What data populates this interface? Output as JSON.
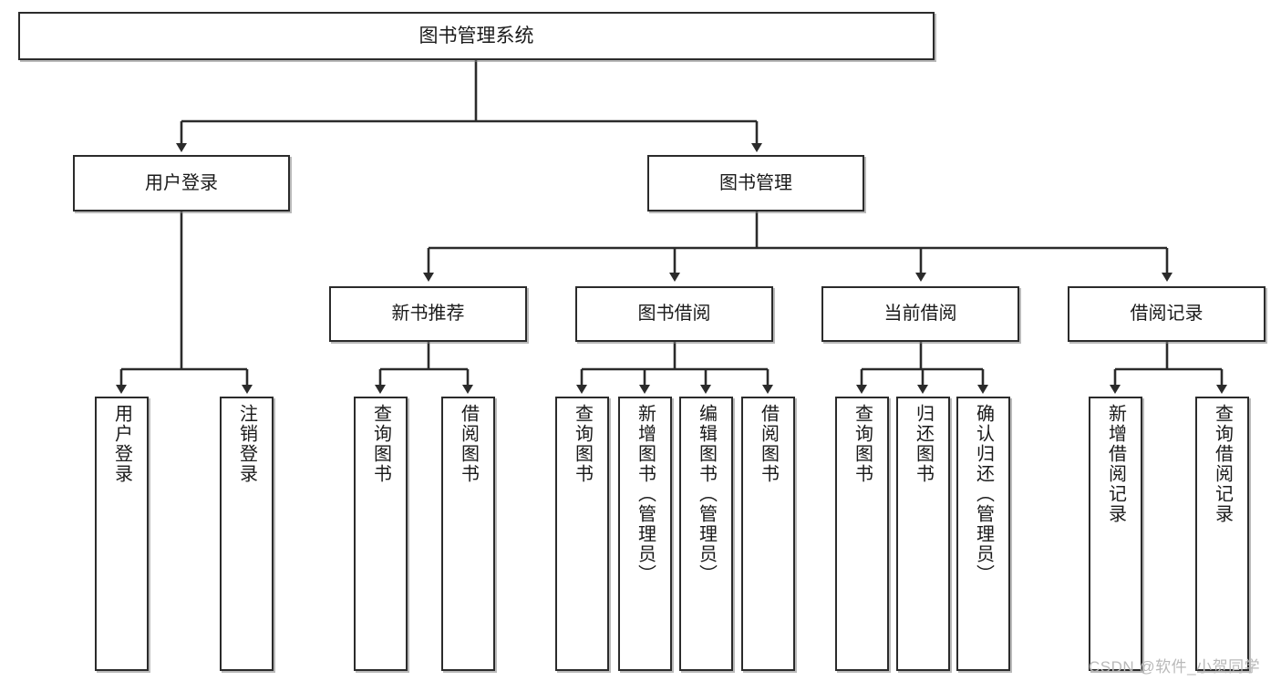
{
  "diagram": {
    "title": "图书管理系统",
    "type": "tree-hierarchy",
    "colors": {
      "background": "#ffffff",
      "box_border": "#2b2b2b",
      "box_fill": "#ffffff",
      "edge": "#2b2b2b",
      "watermark": "#b9b9b9"
    },
    "nodes": {
      "root": {
        "label": "图书管理系统"
      },
      "level2": [
        {
          "label": "用户登录"
        },
        {
          "label": "图书管理"
        }
      ],
      "level3": [
        {
          "label": "新书推荐"
        },
        {
          "label": "图书借阅"
        },
        {
          "label": "当前借阅"
        },
        {
          "label": "借阅记录"
        }
      ],
      "leaves": {
        "user_login": [
          {
            "label": "用户登录"
          },
          {
            "label": "注销登录"
          }
        ],
        "new_book_recommend": [
          {
            "label": "查询图书"
          },
          {
            "label": "借阅图书"
          }
        ],
        "book_borrow": [
          {
            "label": "查询图书"
          },
          {
            "label": "新增图书（管理员）"
          },
          {
            "label": "编辑图书（管理员）"
          },
          {
            "label": "借阅图书"
          }
        ],
        "current_borrow": [
          {
            "label": "查询图书"
          },
          {
            "label": "归还图书"
          },
          {
            "label": "确认归还（管理员）"
          }
        ],
        "borrow_record": [
          {
            "label": "新增借阅记录"
          },
          {
            "label": "查询借阅记录"
          }
        ]
      }
    },
    "watermark": "CSDN @软件_小贺同学"
  }
}
